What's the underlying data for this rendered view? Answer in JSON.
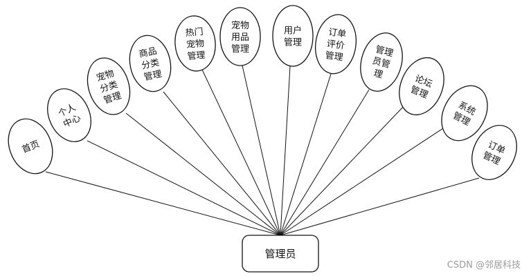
{
  "root": {
    "label": "管理员"
  },
  "modules": [
    {
      "lines": [
        "首页"
      ]
    },
    {
      "lines": [
        "个人",
        "中心"
      ]
    },
    {
      "lines": [
        "宠物",
        "分类",
        "管理"
      ]
    },
    {
      "lines": [
        "商品",
        "分类",
        "管理"
      ]
    },
    {
      "lines": [
        "热门",
        "宠物",
        "管理"
      ]
    },
    {
      "lines": [
        "宠物",
        "用品",
        "管理"
      ]
    },
    {
      "lines": [
        "用户",
        "管理"
      ]
    },
    {
      "lines": [
        "订单",
        "评价",
        "管理"
      ]
    },
    {
      "lines": [
        "管理",
        "员管",
        "理"
      ]
    },
    {
      "lines": [
        "论坛",
        "管理"
      ]
    },
    {
      "lines": [
        "系统",
        "管理"
      ]
    },
    {
      "lines": [
        "订单",
        "管理"
      ]
    }
  ],
  "watermark": {
    "text": "CSDN @邻居科技"
  }
}
